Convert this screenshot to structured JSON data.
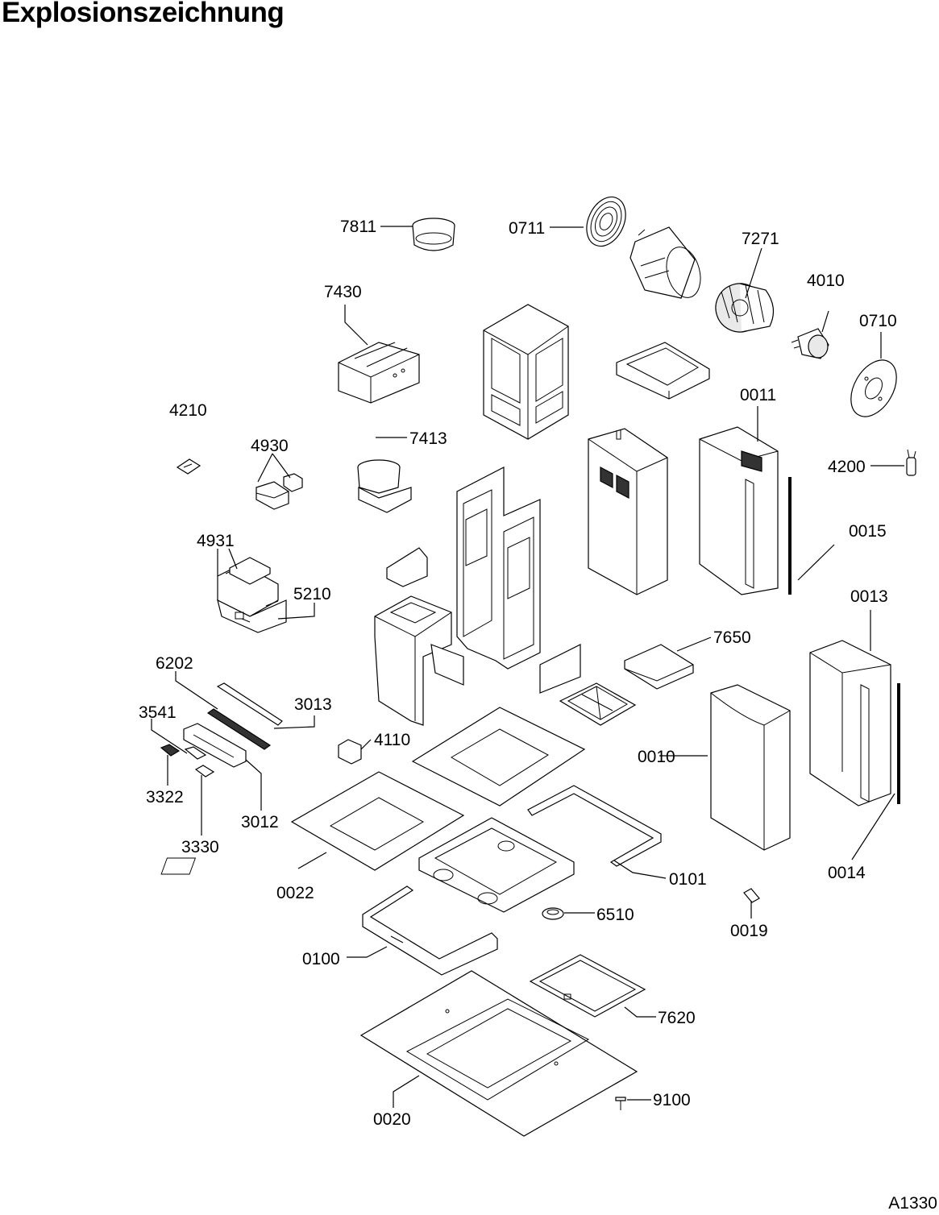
{
  "title": "Explosionszeichnung",
  "document_id": "A1330",
  "part_labels": [
    "7811",
    "0711",
    "7271",
    "4010",
    "0710",
    "7430",
    "4210",
    "4930",
    "7413",
    "0011",
    "4200",
    "0015",
    "4931",
    "5210",
    "0013",
    "7650",
    "6202",
    "3013",
    "3541",
    "4110",
    "0010",
    "3322",
    "3012",
    "3330",
    "0022",
    "0101",
    "0014",
    "6510",
    "0019",
    "0100",
    "7620",
    "9100",
    "0020"
  ]
}
